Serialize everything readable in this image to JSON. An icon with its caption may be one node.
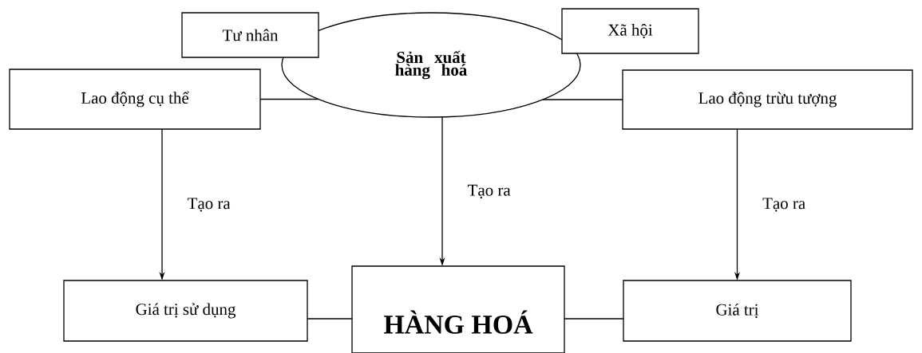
{
  "diagram": {
    "nodes": [
      {
        "text": [
          "Sản xuất hàng hoá"
        ]
      },
      {
        "text": [
          "Tư nhân"
        ]
      },
      {
        "text": [
          "Xã hội"
        ]
      },
      {
        "text": [
          "Lao động cụ thể"
        ]
      },
      {
        "text": [
          "Lao động trừu tượng"
        ]
      },
      {
        "text": [
          "Giá trị sử dụng"
        ]
      },
      {
        "text": [
          "HÀNG HOÁ"
        ]
      },
      {
        "text": [
          "Giá trị"
        ]
      }
    ],
    "edges": [
      {
        "from": 3,
        "to": 0,
        "arrow": "none"
      },
      {
        "from": 0,
        "to": 4,
        "arrow": "none"
      },
      {
        "from": 3,
        "to": 5,
        "arrow": "to",
        "label": "Tạo ra"
      },
      {
        "from": 0,
        "to": 6,
        "arrow": "to",
        "label": "Tạo ra"
      },
      {
        "from": 4,
        "to": 7,
        "arrow": "to",
        "label": "Tạo ra"
      },
      {
        "from": 5,
        "to": 6,
        "arrow": "none"
      },
      {
        "from": 6,
        "to": 7,
        "arrow": "none"
      }
    ]
  }
}
